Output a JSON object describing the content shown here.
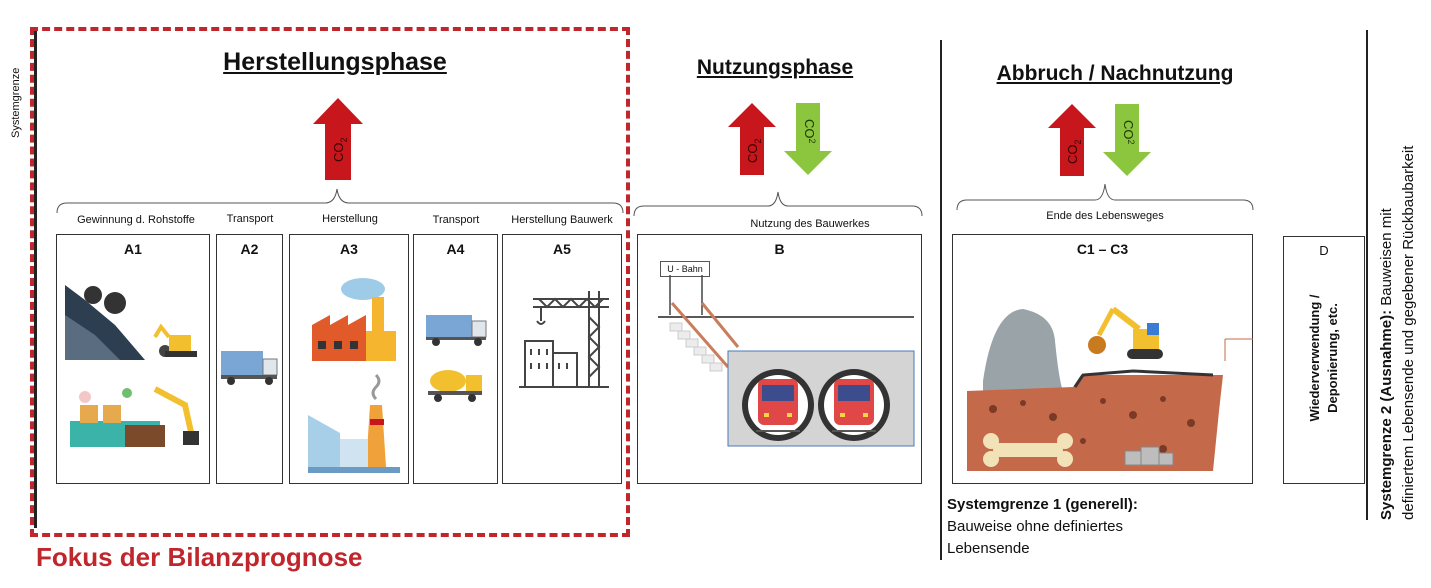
{
  "system_boundary_label": "Systemgrenze",
  "focus_label": "Fokus der Bilanzprognose",
  "phases": {
    "herstellung": "Herstellungsphase",
    "nutzung": "Nutzungsphase",
    "abbruch": "Abbruch / Nachnutzung"
  },
  "co2_label": "CO",
  "co2_sub": "2",
  "stages": [
    {
      "label": "Gewinnung d. Rohstoffe",
      "code": "A1"
    },
    {
      "label": "Transport",
      "code": "A2"
    },
    {
      "label": "Herstellung",
      "code": "A3"
    },
    {
      "label": "Transport",
      "code": "A4"
    },
    {
      "label": "Herstellung Bauwerk",
      "code": "A5"
    },
    {
      "label": "Nutzung des Bauwerkes",
      "code": "B"
    },
    {
      "label": "Ende des Lebensweges",
      "code": "C1 – C3"
    },
    {
      "label": "",
      "code": "D"
    }
  ],
  "ubahn_sign": "U - Bahn",
  "stage_d_text_line1": "Wiederverwendung /",
  "stage_d_text_line2": "Deponierung, etc.",
  "systemgrenze1": {
    "title": "Systemgrenze 1 (generell):",
    "line1": "Bauweise ohne definiertes",
    "line2": "Lebensende"
  },
  "systemgrenze2": {
    "title": "Systemgrenze 2 (Ausnahme):",
    "rest": " Bauweisen mit",
    "line2": "definiertem Lebensende und gegebener Rückbaubarkeit"
  },
  "colors": {
    "focus_red": "#c0272d",
    "arrow_red": "#c8161d",
    "arrow_green": "#8cc63f"
  }
}
